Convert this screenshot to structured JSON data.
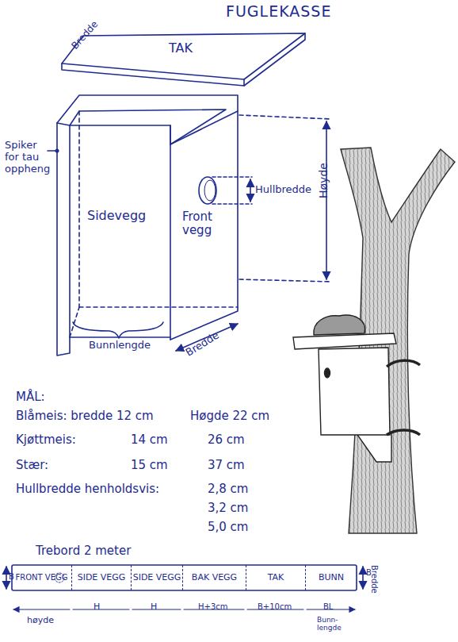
{
  "diagram": {
    "title": "FUGLEKASSE",
    "nodes": [
      {
        "text": [
          "Bredde",
          "TAK"
        ]
      },
      {
        "text": [
          "Sidevegg"
        ]
      },
      {
        "text": [
          "Front vegg"
        ]
      },
      {
        "text": [
          "Trebord 2 meter"
        ]
      },
      {
        "text": [
          "FRONT VEGG"
        ],
        "in": 3
      },
      {
        "text": [
          "SIDE VEGG"
        ],
        "in": 3
      },
      {
        "text": [
          "SIDE VEGG"
        ],
        "in": 3
      },
      {
        "text": [
          "BAK VEGG"
        ],
        "in": 3
      },
      {
        "text": [
          "TAK"
        ],
        "in": 3
      },
      {
        "text": [
          "BUNN"
        ],
        "in": 3
      }
    ],
    "labels": [
      "Spiker for tau oppheng",
      "Hullbredde",
      "Høyde",
      "Bredde",
      "Bunnlengde",
      "MÅL:",
      "Blåmeis: bredde 12 cm",
      "Høgde 22 cm",
      "Kjøttmeis:",
      "14 cm",
      "26 cm",
      "Stær:",
      "15 cm",
      "37 cm",
      "Hullbredde henholdsvis:",
      "2,8 cm",
      "3,2 cm",
      "5,0 cm",
      "B",
      "B",
      "Bredde",
      "høyde",
      "H",
      "H",
      "H+3cm",
      "B+10cm",
      "BL",
      "Bunn- lengde"
    ]
  }
}
